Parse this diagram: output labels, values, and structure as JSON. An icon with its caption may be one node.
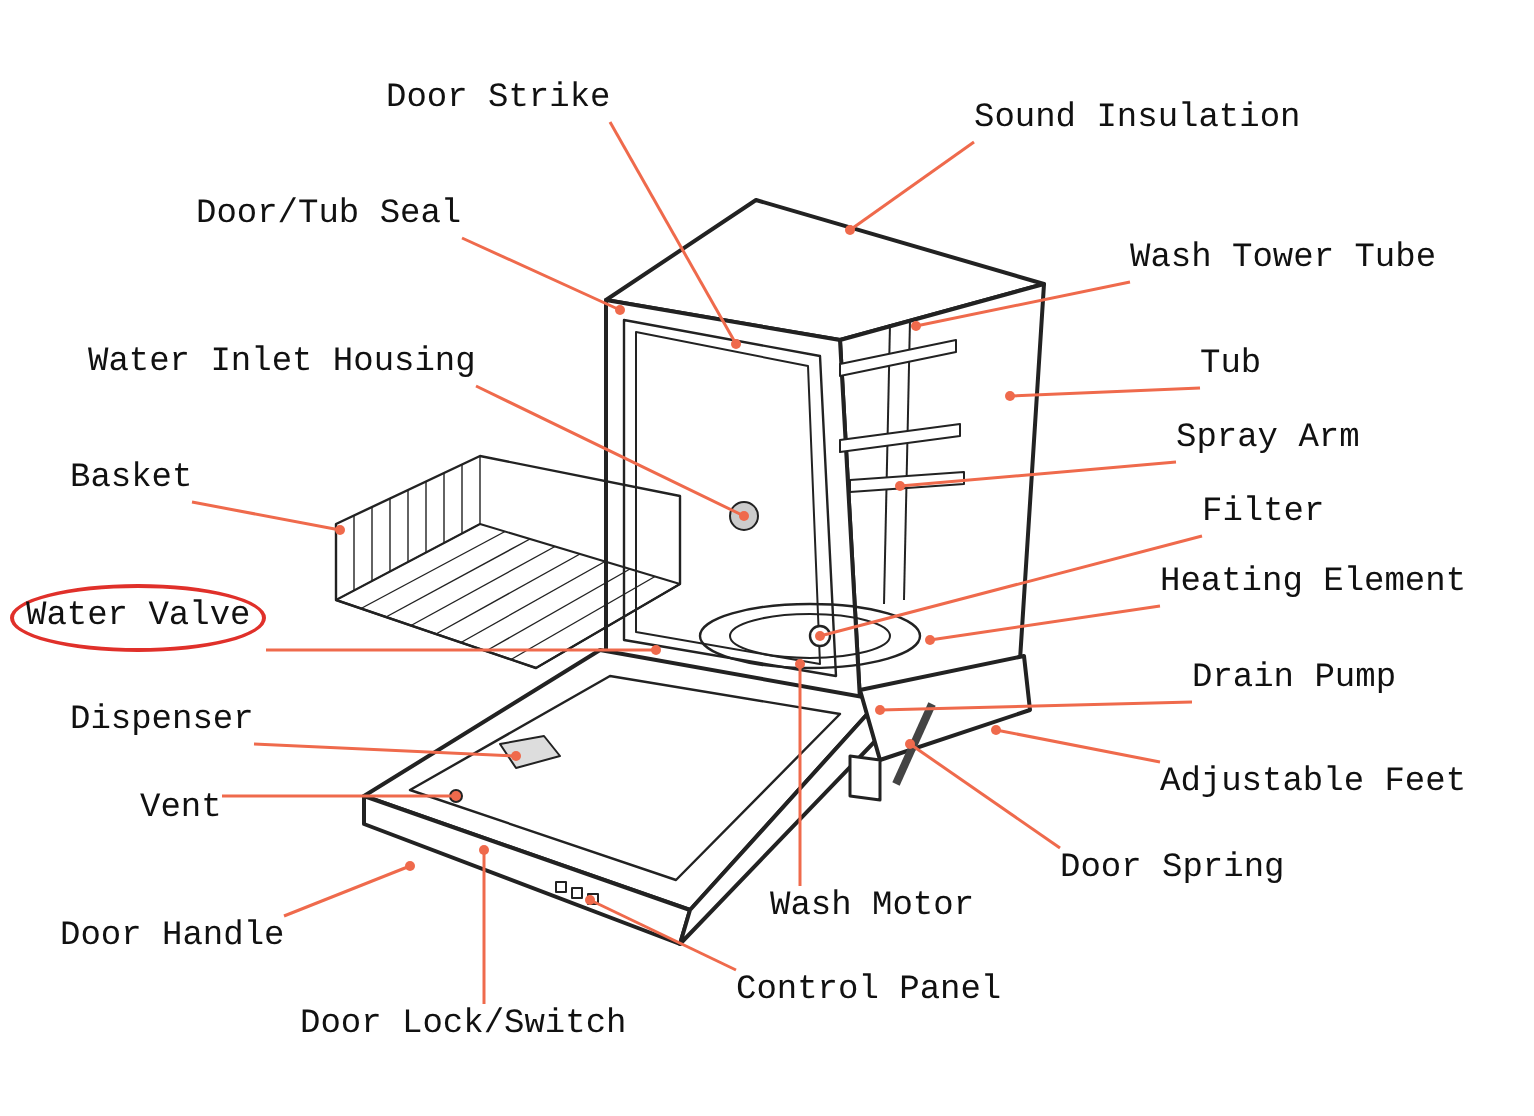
{
  "diagram": {
    "nodes": [
      {
        "text": [
          "Door Strike"
        ]
      },
      {
        "text": [
          "Sound Insulation"
        ]
      },
      {
        "text": [
          "Door/Tub Seal"
        ]
      },
      {
        "text": [
          "Wash Tower Tube"
        ]
      },
      {
        "text": [
          "Water Inlet Housing"
        ]
      },
      {
        "text": [
          "Tub"
        ]
      },
      {
        "text": [
          "Basket"
        ]
      },
      {
        "text": [
          "Spray Arm"
        ]
      },
      {
        "text": [
          "Filter"
        ]
      },
      {
        "text": [
          "Heating Element"
        ]
      },
      {
        "text": [
          "Water Valve"
        ]
      },
      {
        "text": [
          "Drain Pump"
        ]
      },
      {
        "text": [
          "Dispenser"
        ]
      },
      {
        "text": [
          "Adjustable Feet"
        ]
      },
      {
        "text": [
          "Vent"
        ]
      },
      {
        "text": [
          "Door Spring"
        ]
      },
      {
        "text": [
          "Door Handle"
        ]
      },
      {
        "text": [
          "Wash Motor"
        ]
      },
      {
        "text": [
          "Control Panel"
        ]
      },
      {
        "text": [
          "Door Lock/Switch"
        ]
      }
    ],
    "edges": [
      {
        "from": 0,
        "to": null,
        "arrow": "other"
      },
      {
        "from": 1,
        "to": null,
        "arrow": "other"
      },
      {
        "from": 2,
        "to": null,
        "arrow": "other"
      },
      {
        "from": 3,
        "to": null,
        "arrow": "other"
      },
      {
        "from": 4,
        "to": null,
        "arrow": "other"
      },
      {
        "from": 5,
        "to": null,
        "arrow": "other"
      },
      {
        "from": 6,
        "to": null,
        "arrow": "other"
      },
      {
        "from": 7,
        "to": null,
        "arrow": "other"
      },
      {
        "from": 8,
        "to": null,
        "arrow": "other"
      },
      {
        "from": 9,
        "to": null,
        "arrow": "other"
      },
      {
        "from": 10,
        "to": null,
        "arrow": "other"
      },
      {
        "from": 11,
        "to": null,
        "arrow": "other"
      },
      {
        "from": 12,
        "to": null,
        "arrow": "other"
      },
      {
        "from": 13,
        "to": null,
        "arrow": "other"
      },
      {
        "from": 14,
        "to": null,
        "arrow": "other"
      },
      {
        "from": 15,
        "to": null,
        "arrow": "other"
      },
      {
        "from": 16,
        "to": null,
        "arrow": "other"
      },
      {
        "from": 17,
        "to": null,
        "arrow": "other"
      },
      {
        "from": 18,
        "to": null,
        "arrow": "other"
      },
      {
        "from": 19,
        "to": null,
        "arrow": "other"
      }
    ]
  }
}
